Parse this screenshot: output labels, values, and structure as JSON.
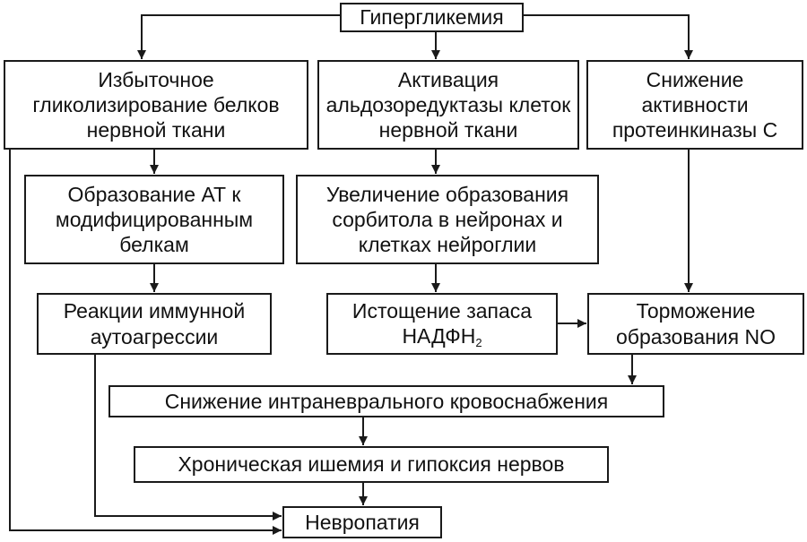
{
  "diagram": {
    "nodes": {
      "hyperglycemia": "Гипергликемия",
      "glycosylation": "Избыточное гликолизирование белков нервной ткани",
      "aldose_reductase": "Активация альдозоредуктазы клеток нервной ткани",
      "pkc_decrease": "Снижение активности протеинкиназы С",
      "antibodies": "Образование АТ к модифицированным белкам",
      "sorbitol": "Увеличение образования сорбитола в нейронах и клетках нейроглии",
      "autoaggression": "Реакции иммунной аутоагрессии",
      "nadph_depletion": {
        "text": "Истощение запаса НАДФН",
        "subscript": "2"
      },
      "no_inhibition": "Торможение образования NO",
      "blood_supply": "Снижение интраневрального кровоснабжения",
      "ischemia": "Хроническая ишемия и гипоксия нервов",
      "neuropathy": "Невропатия"
    },
    "edges": [
      [
        "hyperglycemia",
        "glycosylation"
      ],
      [
        "hyperglycemia",
        "aldose_reductase"
      ],
      [
        "hyperglycemia",
        "pkc_decrease"
      ],
      [
        "glycosylation",
        "antibodies"
      ],
      [
        "aldose_reductase",
        "sorbitol"
      ],
      [
        "antibodies",
        "autoaggression"
      ],
      [
        "sorbitol",
        "nadph_depletion"
      ],
      [
        "pkc_decrease",
        "no_inhibition"
      ],
      [
        "nadph_depletion",
        "no_inhibition"
      ],
      [
        "no_inhibition",
        "blood_supply"
      ],
      [
        "blood_supply",
        "ischemia"
      ],
      [
        "ischemia",
        "neuropathy"
      ],
      [
        "autoaggression",
        "neuropathy"
      ],
      [
        "glycosylation",
        "neuropathy"
      ]
    ]
  }
}
